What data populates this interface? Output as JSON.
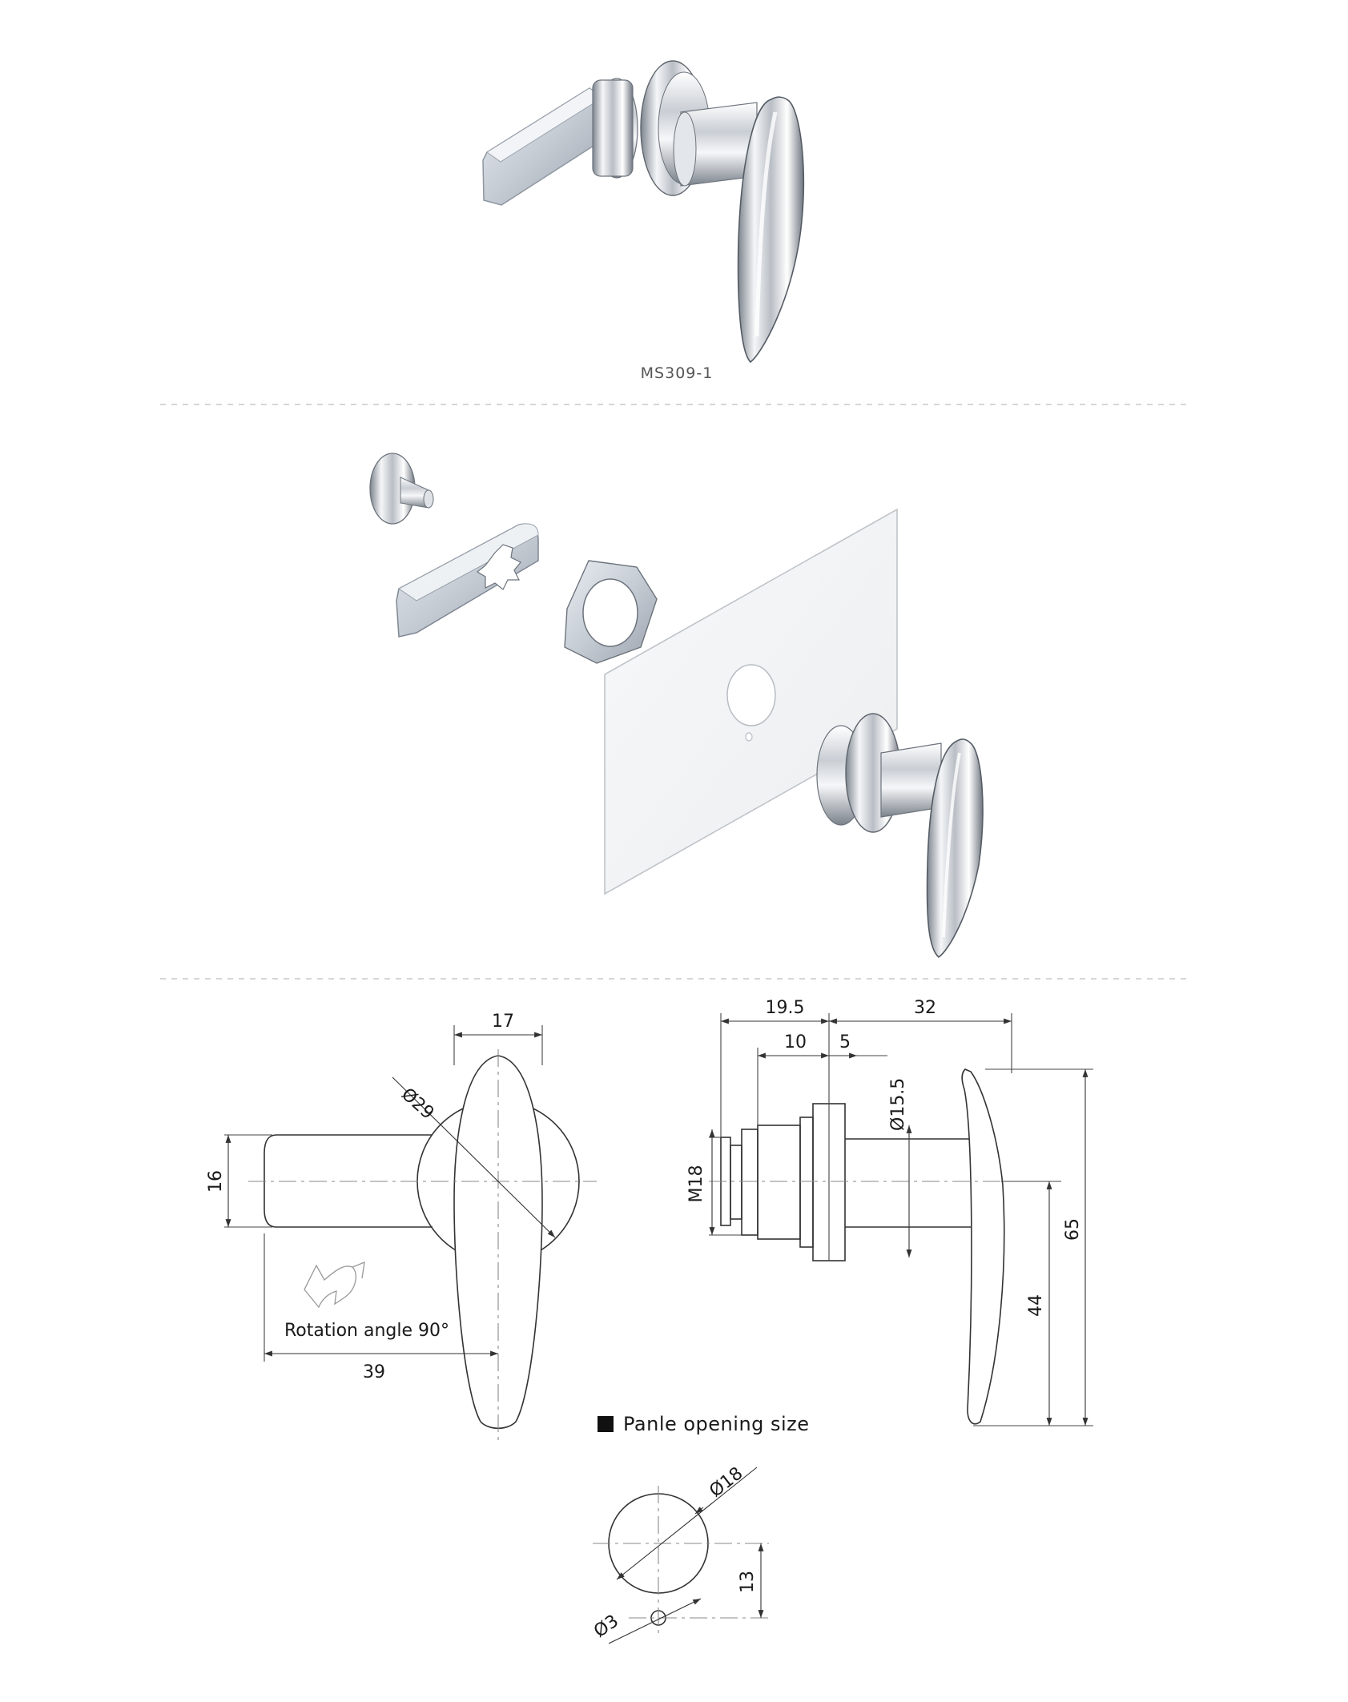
{
  "product": {
    "model_code": "MS309-1"
  },
  "exploded_view": {
    "parts": [
      "screw",
      "cam-tongue",
      "hex-nut",
      "panel",
      "t-handle-lock"
    ]
  },
  "front_view": {
    "dims": {
      "width_17": "17",
      "dia_29": "Ø29",
      "height_16": "16",
      "length_39": "39"
    },
    "rotation_label": "Rotation angle 90°"
  },
  "side_view": {
    "dims": {
      "d19_5": "19.5",
      "d32": "32",
      "d10": "10",
      "d5": "5",
      "dia_15_5": "Ø15.5",
      "thread_m18": "M18",
      "h65": "65",
      "h44": "44"
    }
  },
  "panel_opening": {
    "title": "Panle opening size",
    "dims": {
      "dia_18": "Ø18",
      "dia_3": "Ø3",
      "offset_13": "13"
    }
  },
  "colors": {
    "line": "#333333",
    "metal_light": "#eef0f3",
    "metal_dark": "#8a9099",
    "separator": "#c8c8c8"
  }
}
